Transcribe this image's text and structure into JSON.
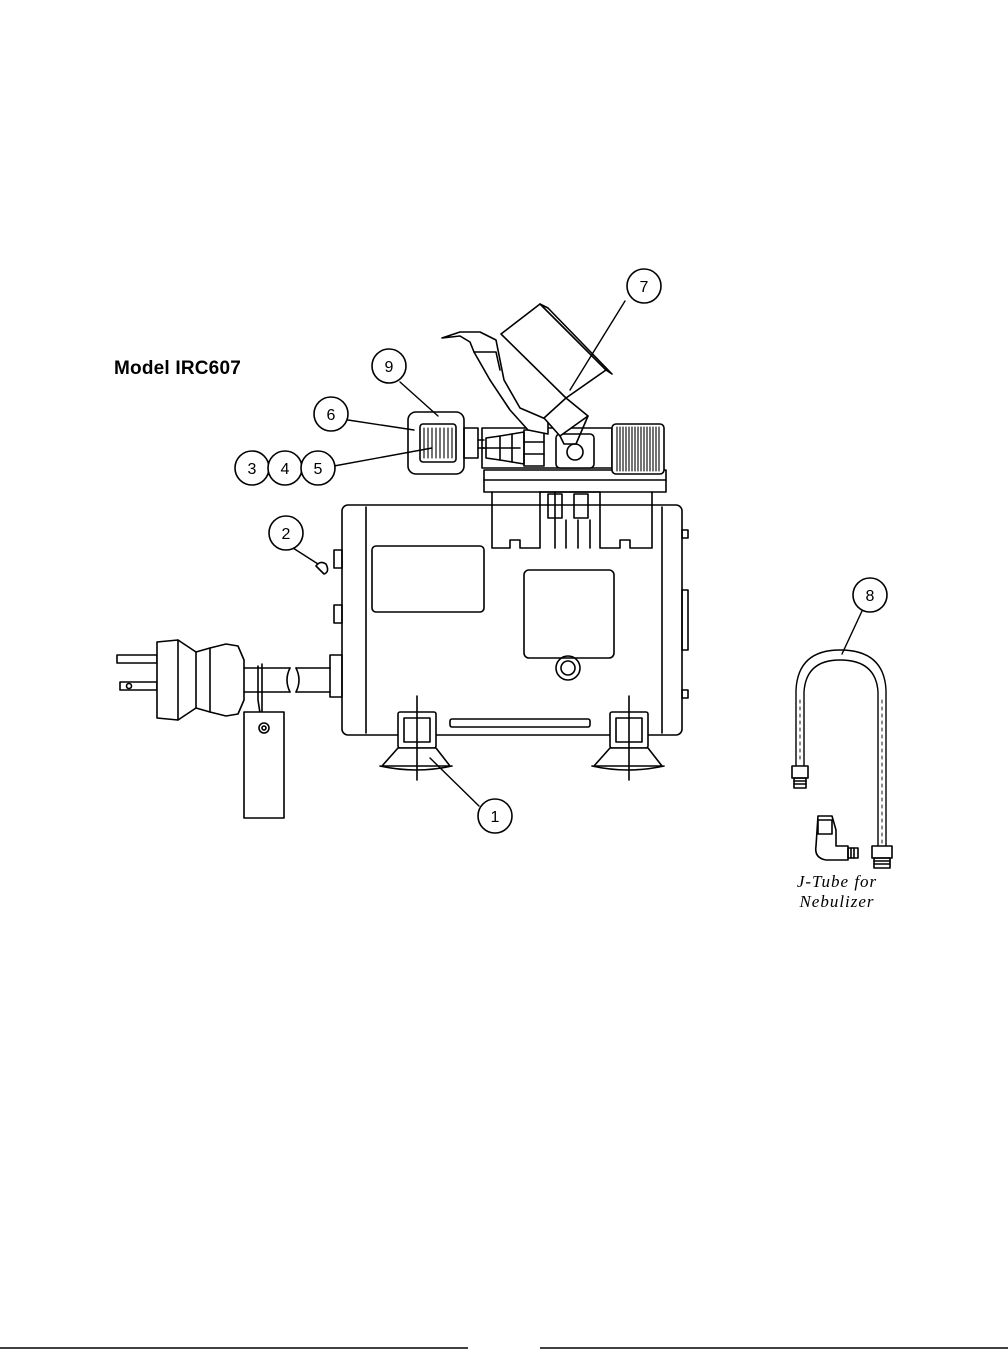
{
  "title": "Model IRC607",
  "callouts": {
    "c1": "1",
    "c2": "2",
    "c3": "3",
    "c4": "4",
    "c5": "5",
    "c6": "6",
    "c7": "7",
    "c8": "8",
    "c9": "9"
  },
  "jtube_caption": {
    "line1": "J-Tube for",
    "line2": "Nebulizer"
  }
}
